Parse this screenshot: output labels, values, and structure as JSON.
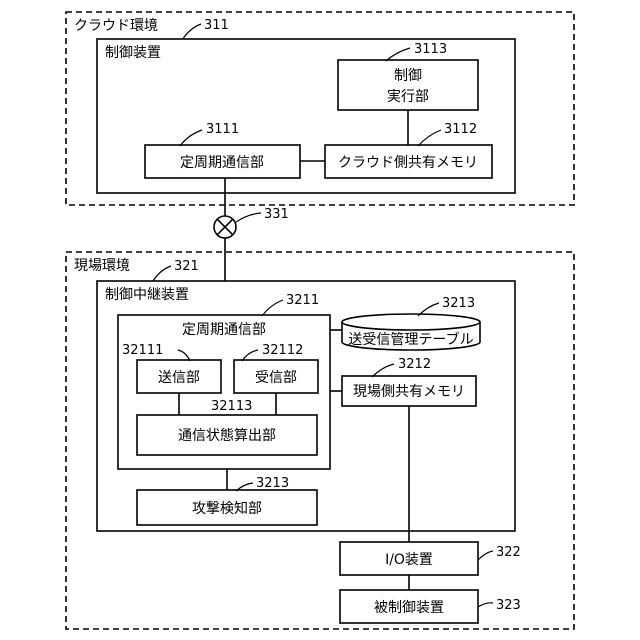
{
  "cloud": {
    "label": "クラウド環境",
    "ref": "311",
    "controller": {
      "label": "制御装置",
      "exec_line1": "制御",
      "exec_line2": "実行部",
      "exec_ref": "3113",
      "periodic": "定周期通信部",
      "periodic_ref": "3111",
      "shared_memory": "クラウド側共有メモリ",
      "shared_memory_ref": "3112"
    }
  },
  "link": {
    "ref": "331"
  },
  "site": {
    "label": "現場環境",
    "ref": "321",
    "relay": {
      "label": "制御中継装置",
      "periodic_label": "定周期通信部",
      "periodic_ref": "3211",
      "send": "送信部",
      "send_ref": "32111",
      "recv": "受信部",
      "recv_ref": "32112",
      "state_calc": "通信状態算出部",
      "state_calc_ref": "32113",
      "table": "送受信管理テーブル",
      "table_ref": "3213",
      "shared_memory": "現場側共有メモリ",
      "shared_memory_ref": "3212",
      "attack": "攻撃検知部",
      "attack_ref": "3213"
    },
    "io": "I/O装置",
    "io_ref": "322",
    "controlled": "被制御装置",
    "controlled_ref": "323"
  }
}
